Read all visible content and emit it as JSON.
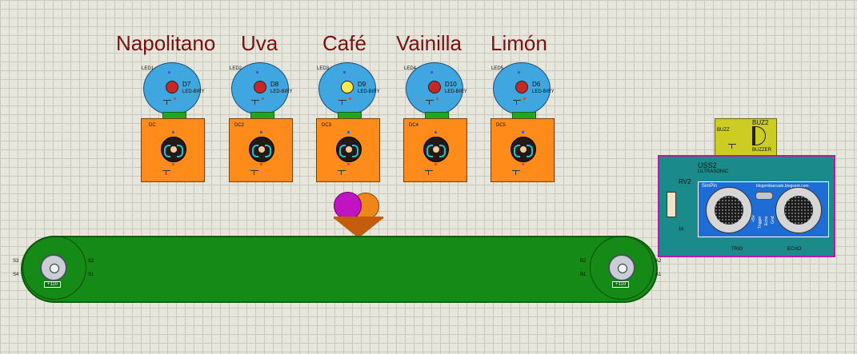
{
  "flavors": [
    "Napolitano",
    "Uva",
    "Café",
    "Vainilla",
    "Limón"
  ],
  "modules": [
    {
      "led_pin": "LED1",
      "led_ref": "D7",
      "led_type": "LED-BIRY",
      "motor_ref": "DC",
      "led_on": false
    },
    {
      "led_pin": "LED2",
      "led_ref": "D8",
      "led_type": "LED-BIRY",
      "motor_ref": "DC2",
      "led_on": false
    },
    {
      "led_pin": "LED3",
      "led_ref": "D9",
      "led_type": "LED-BIRY",
      "motor_ref": "DC3",
      "led_on": true
    },
    {
      "led_pin": "LED4",
      "led_ref": "D10",
      "led_type": "LED-BIRY",
      "motor_ref": "DC4",
      "led_on": false
    },
    {
      "led_pin": "LED5",
      "led_ref": "D6",
      "led_type": "LED-BIRY",
      "motor_ref": "DC5",
      "led_on": false
    }
  ],
  "conveyor": {
    "left_pins": {
      "s3": "S3",
      "s4": "S4",
      "s2": "S2",
      "s1": "S1"
    },
    "right_pins": {
      "b2": "B2",
      "b1": "B1",
      "a2": "A2",
      "a1": "A1"
    },
    "left_tag": "+110",
    "right_tag": "+110"
  },
  "buzzer": {
    "ref": "BUZ2",
    "pin": "BUZZ",
    "type": "BUZZER"
  },
  "ultrasonic": {
    "ref": "USS2",
    "type": "ULTRASONIC",
    "brand": "SimPin",
    "url": "blogembarcado.blogspot.com",
    "pot_ref": "RV2",
    "pot_value": "1k",
    "trig": "TRIG",
    "echo": "ECHO",
    "pin_labels": [
      "+5V",
      "Trigger",
      "Echo",
      "Gnd"
    ]
  },
  "colors": {
    "flavor_text": "#7a1010",
    "led_body": "#3fa6e0",
    "motor_box": "#ff8c1a",
    "belt": "#168a16",
    "ball_left": "#c014c0",
    "ball_right": "#f0861a",
    "basket": "#c45c0c"
  }
}
